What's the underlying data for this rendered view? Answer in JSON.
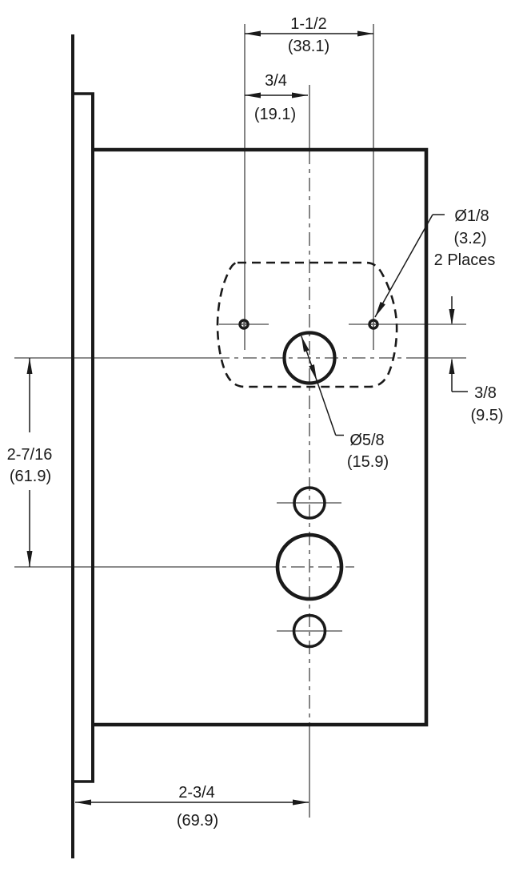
{
  "drawing": {
    "colors": {
      "outline": "#1a1a1a",
      "thin_line": "#666666",
      "background": "#ffffff"
    },
    "dimensions": {
      "top_width": {
        "inches": "1-1/2",
        "mm": "(38.1)"
      },
      "half_width": {
        "inches": "3/4",
        "mm": "(19.1)"
      },
      "small_hole": {
        "diameter": "Ø1/8",
        "mm": "(3.2)",
        "note": "2 Places"
      },
      "vertical_offset": {
        "inches": "3/8",
        "mm": "(9.5)"
      },
      "center_hole": {
        "diameter": "Ø5/8",
        "mm": "(15.9)"
      },
      "left_height": {
        "inches": "2-7/16",
        "mm": "(61.9)"
      },
      "bottom_width": {
        "inches": "2-3/4",
        "mm": "(69.9)"
      }
    }
  }
}
